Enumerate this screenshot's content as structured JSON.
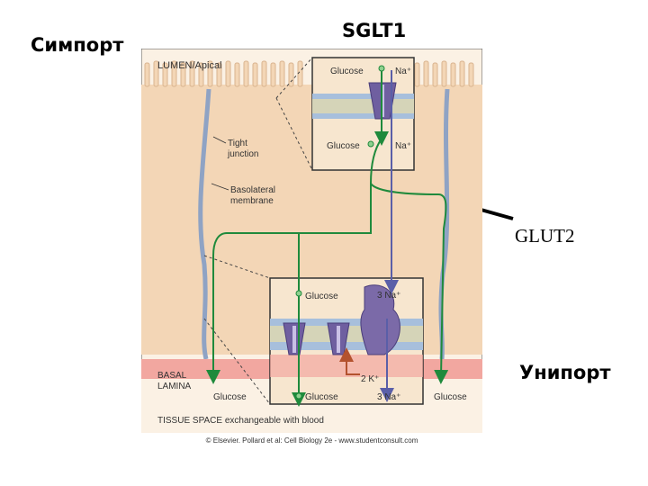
{
  "labels": {
    "symport": "Симпорт",
    "sglt1": "SGLT1",
    "glut2": "GLUT2",
    "uniport": "Унипорт"
  },
  "figure": {
    "lumen_apical": "LUMEN/Apical",
    "tight_junction_1": "Tight",
    "tight_junction_2": "junction",
    "basolateral_1": "Basolateral",
    "basolateral_2": "membrane",
    "basal_lamina_1": "BASAL",
    "basal_lamina_2": "LAMINA",
    "tissue_space": "TISSUE SPACE exchangeable with blood",
    "top_inset": {
      "glucose_top": "Glucose",
      "na_top": "Na⁺",
      "glucose_bottom": "Glucose",
      "na_bottom": "Na⁺"
    },
    "bottom_inset": {
      "glucose_in": "Glucose",
      "na_in": "3 Na⁺",
      "k_out": "2 K⁺",
      "glucose_out": "Glucose",
      "na_out": "3 Na⁺"
    },
    "glucose_left": "Glucose",
    "glucose_right": "Glucose"
  },
  "credit": "© Elsevier. Pollard et al: Cell Biology 2e - www.studentconsult.com",
  "colors": {
    "glucose_path": "#1f8a3c",
    "sodium_path": "#5a5fa8",
    "potassium_path": "#b3522e",
    "cell_fill": "#f4dcc0",
    "membrane": "#8fa3c4",
    "basal_lamina": "#f0a0a0",
    "transporter": "#7b6aa8"
  }
}
